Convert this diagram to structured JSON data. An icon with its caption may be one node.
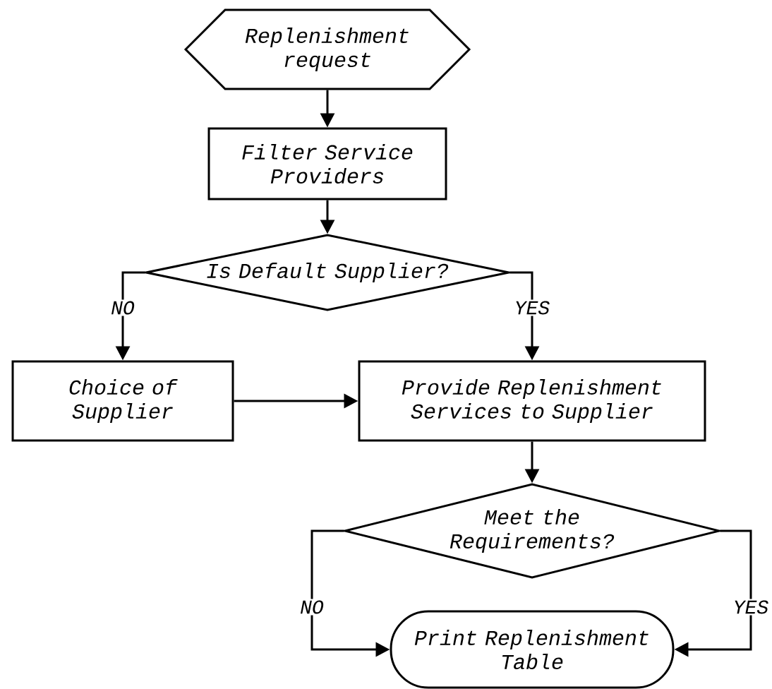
{
  "diagram": {
    "nodes": [
      {
        "text": [
          "Replenishment request"
        ]
      },
      {
        "text": [
          "Filter Service Providers"
        ]
      },
      {
        "text": [
          "Is Default Supplier?"
        ]
      },
      {
        "text": [
          "Choice of Supplier"
        ]
      },
      {
        "text": [
          "Provide Replenishment Services to Supplier"
        ]
      },
      {
        "text": [
          "Meet the Requirements?"
        ]
      },
      {
        "text": [
          "Print Replenishment Table"
        ]
      }
    ],
    "edges": [
      {
        "from": 0,
        "to": 1,
        "arrow": "to"
      },
      {
        "from": 1,
        "to": 2,
        "arrow": "to"
      },
      {
        "from": 2,
        "to": 3,
        "arrow": "to",
        "label": "NO"
      },
      {
        "from": 2,
        "to": 4,
        "arrow": "to",
        "label": "YES"
      },
      {
        "from": 3,
        "to": 4,
        "arrow": "to"
      },
      {
        "from": 4,
        "to": 5,
        "arrow": "to"
      },
      {
        "from": 5,
        "to": 6,
        "arrow": "to",
        "label": "NO"
      },
      {
        "from": 5,
        "to": 6,
        "arrow": "to",
        "label": "YES"
      }
    ]
  }
}
